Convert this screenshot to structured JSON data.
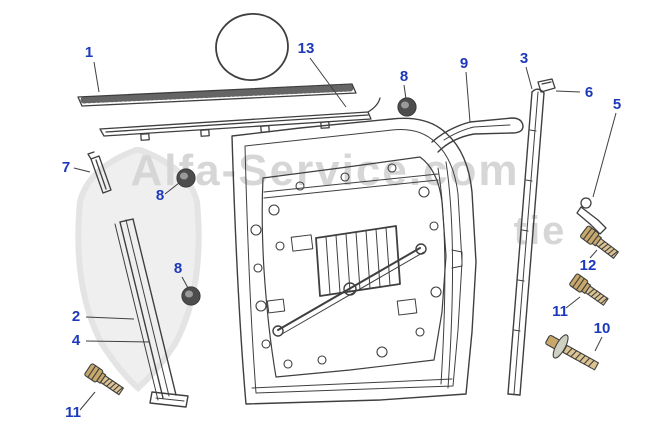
{
  "diagram": {
    "watermark": {
      "main": "Alfa-Service.com",
      "partial": "tie"
    },
    "colors": {
      "label": "#1c39bb",
      "line": "#3f3f3f",
      "watermark": "#d6d6d6",
      "shield": "#efefef",
      "bolt": "#c8a76a",
      "bolt_light": "#dcc392",
      "washer": "#cfcfc2"
    },
    "labels": [
      {
        "part": "1"
      },
      {
        "part": "13"
      },
      {
        "part": "8"
      },
      {
        "part": "9"
      },
      {
        "part": "3"
      },
      {
        "part": "6"
      },
      {
        "part": "5"
      },
      {
        "part": "7"
      },
      {
        "part": "8"
      },
      {
        "part": "8"
      },
      {
        "part": "2"
      },
      {
        "part": "4"
      },
      {
        "part": "12"
      },
      {
        "part": "11"
      },
      {
        "part": "10"
      },
      {
        "part": "11"
      }
    ]
  }
}
